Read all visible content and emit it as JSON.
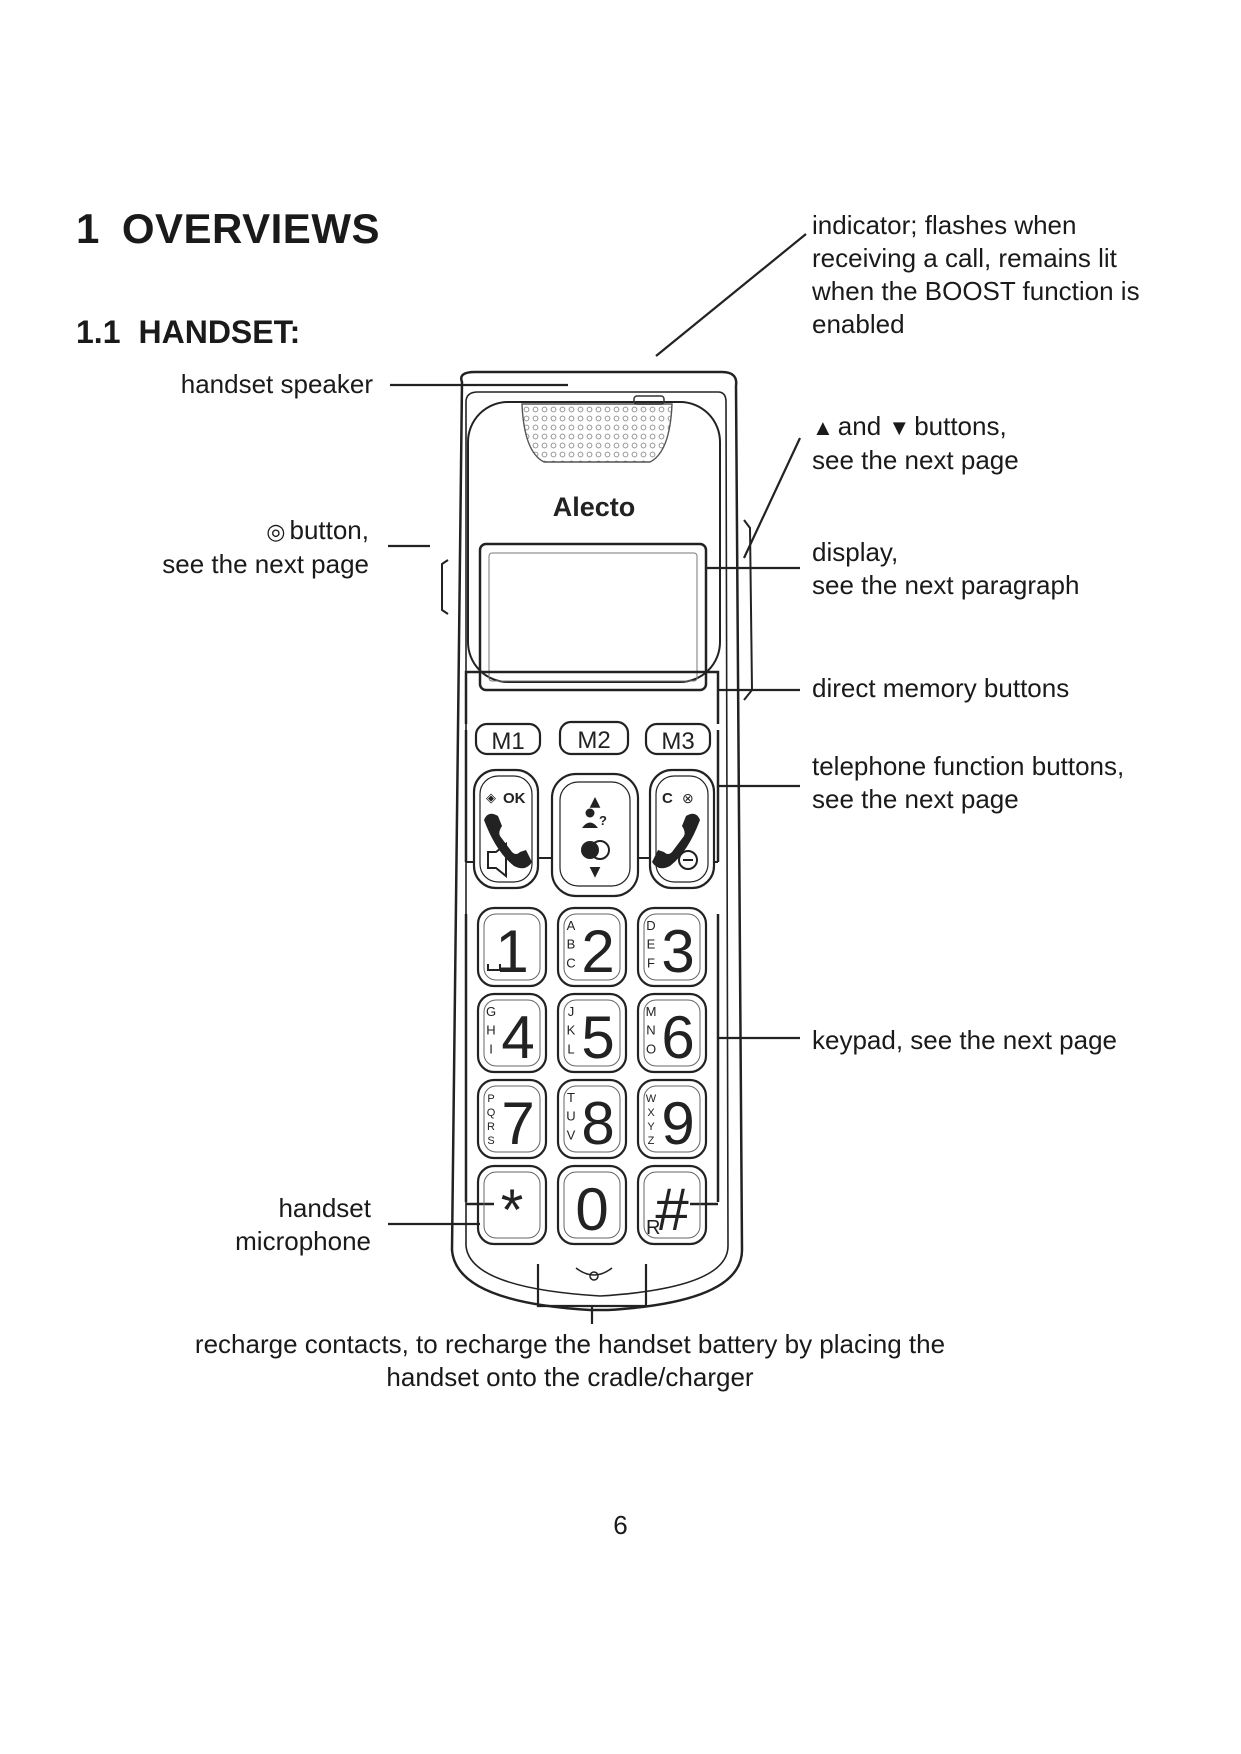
{
  "section": {
    "number": "1",
    "title": "OVERVIEWS"
  },
  "subsection": {
    "number": "1.1",
    "title": "HANDSET:"
  },
  "labels": {
    "indicator": [
      "indicator; flashes when",
      "receiving a call, remains lit",
      "when the BOOST function is",
      "enabled"
    ],
    "handset_speaker": "handset speaker",
    "updown": {
      "up_glyph": "▲",
      "and_text": "and",
      "down_glyph": "▼",
      "line1_rest": "buttons,",
      "line2": "see the next page"
    },
    "boost": {
      "glyph": "◎",
      "line1_rest": "button,",
      "line2": "see the next page"
    },
    "display": [
      "display,",
      "see the next paragraph"
    ],
    "direct_memory": "direct memory buttons",
    "telephone_function": [
      "telephone function buttons,",
      "see the next page"
    ],
    "keypad": "keypad, see the next page",
    "microphone": [
      "handset",
      "microphone"
    ],
    "recharge": [
      "recharge contacts, to recharge the handset battery by placing the",
      "handset onto the cradle/charger"
    ]
  },
  "handset": {
    "brand": "Alecto",
    "memory_keys": [
      "M1",
      "M2",
      "M3"
    ],
    "function_keys": {
      "left_top": "OK",
      "right_top": "C",
      "middle_up": "▲",
      "middle_down": "▼"
    },
    "keypad": [
      {
        "digit": "1",
        "letters": ""
      },
      {
        "digit": "2",
        "letters": "ABC"
      },
      {
        "digit": "3",
        "letters": "DEF"
      },
      {
        "digit": "4",
        "letters": "GHI"
      },
      {
        "digit": "5",
        "letters": "JKL"
      },
      {
        "digit": "6",
        "letters": "MNO"
      },
      {
        "digit": "7",
        "letters": "PQRS"
      },
      {
        "digit": "8",
        "letters": "TUV"
      },
      {
        "digit": "9",
        "letters": "WXYZ"
      },
      {
        "digit": "*",
        "letters": ""
      },
      {
        "digit": "0",
        "letters": ""
      },
      {
        "digit": "#",
        "letters": "R"
      }
    ]
  },
  "page_number": "6"
}
